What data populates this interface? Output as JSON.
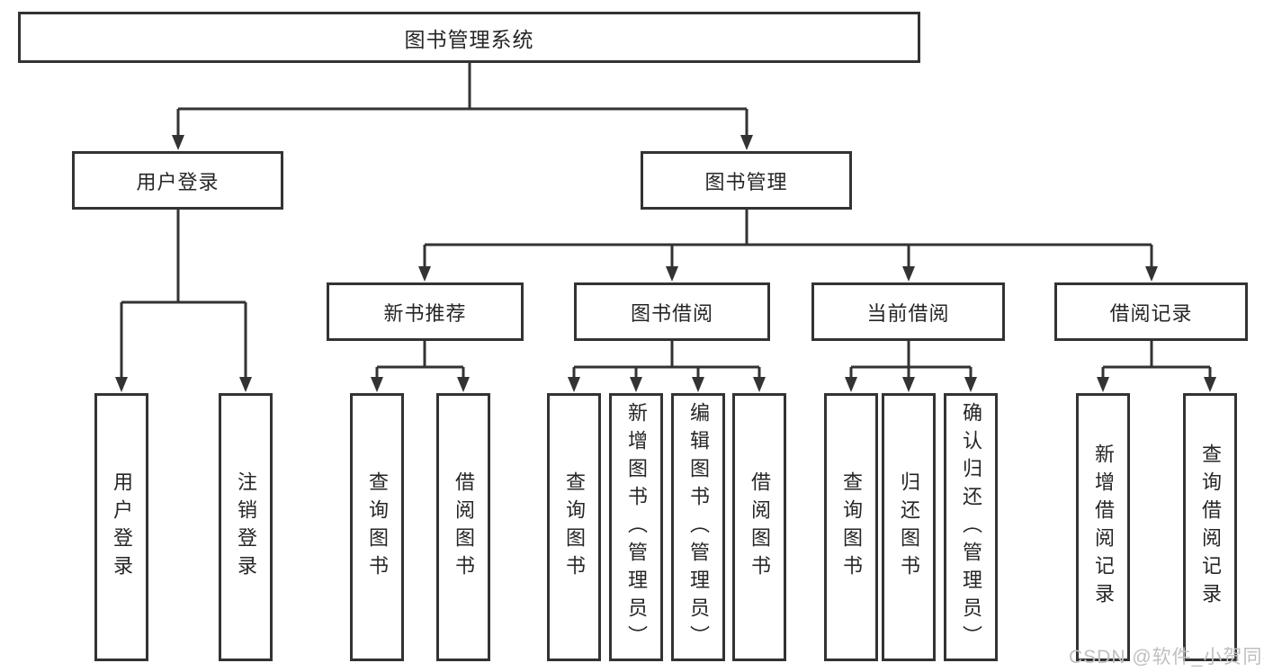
{
  "diagram_title": "图书管理系统",
  "nodes": {
    "root": "图书管理系统",
    "user_login": "用户登录",
    "book_management": "图书管理",
    "new_book_recommend": "新书推荐",
    "book_borrow": "图书借阅",
    "current_borrow": "当前借阅",
    "borrow_records": "借阅记录",
    "leaf_user_login": "用户登录",
    "leaf_logout_login": "注销登录",
    "nb_query_books": "查询图书",
    "nb_borrow_books": "借阅图书",
    "bb_query_books": "查询图书",
    "bb_add_books_admin": "新增图书（管理员）",
    "bb_edit_books_admin": "编辑图书（管理员）",
    "bb_borrow_books": "借阅图书",
    "cb_query_books": "查询图书",
    "cb_return_books": "归还图书",
    "cb_confirm_return_admin": "确认归还（管理员）",
    "br_add_record": "新增借阅记录",
    "br_query_record": "查询借阅记录"
  },
  "hierarchy": {
    "图书管理系统": [
      "用户登录",
      "图书管理"
    ],
    "用户登录": [
      "用户登录",
      "注销登录"
    ],
    "图书管理": [
      "新书推荐",
      "图书借阅",
      "当前借阅",
      "借阅记录"
    ],
    "新书推荐": [
      "查询图书",
      "借阅图书"
    ],
    "图书借阅": [
      "查询图书",
      "新增图书（管理员）",
      "编辑图书（管理员）",
      "借阅图书"
    ],
    "当前借阅": [
      "查询图书",
      "归还图书",
      "确认归还（管理员）"
    ],
    "借阅记录": [
      "新增借阅记录",
      "查询借阅记录"
    ]
  },
  "watermark": "CSDN @软件_小贺同学",
  "colors": {
    "line": "#333333",
    "box_border": "#333333",
    "box_fill": "#ffffff",
    "text": "#262626",
    "background": "#ffffff",
    "watermark": "#bfbfbf"
  }
}
